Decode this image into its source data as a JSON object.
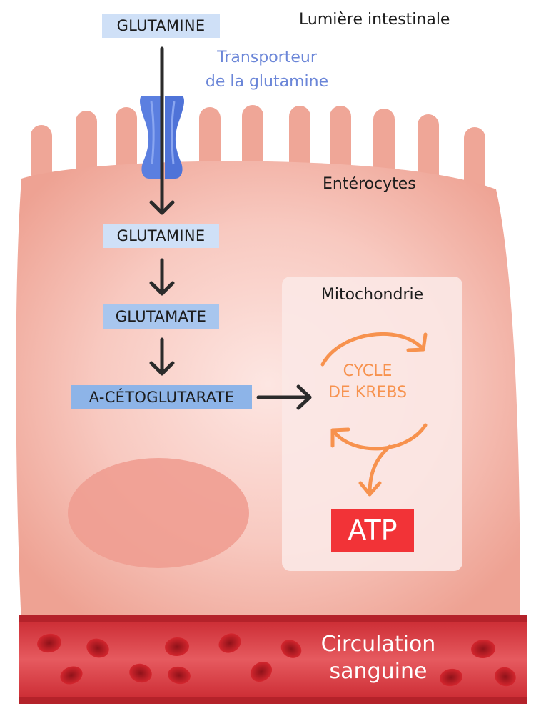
{
  "labels": {
    "lumen": "Lumière intestinale",
    "transporter_line1": "Transporteur",
    "transporter_line2": "de la glutamine",
    "enterocytes": "Entérocytes",
    "mitochondria": "Mitochondrie",
    "krebs_line1": "CYCLE",
    "krebs_line2": "DE KREBS",
    "atp": "ATP",
    "blood_line1": "Circulation",
    "blood_line2": "sanguine"
  },
  "pathway": [
    "GLUTAMINE",
    "GLUTAMINE",
    "GLUTAMATE",
    "A-CÉTOGLUTARATE"
  ],
  "colors": {
    "cell": "#f0aa9c",
    "cell_highlight": "#fbe3df",
    "nucleus": "#ef9d91",
    "mitochondria_box": "#fbe8e5",
    "transporter": "#5b7fe0",
    "transporter_text": "#6b86d8",
    "krebs": "#f7924e",
    "atp_box": "#f23337",
    "vessel": "#d9383f",
    "vessel_edge": "#b4222a",
    "red_cell": "#c8232b",
    "arrow": "#2b2b2b"
  }
}
